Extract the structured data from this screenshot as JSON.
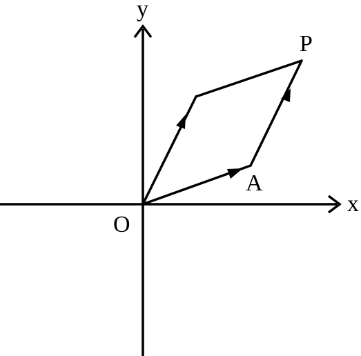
{
  "diagram": {
    "axis_x_label": "x",
    "axis_y_label": "y",
    "origin_label": "O",
    "point_a_label": "A",
    "point_p_label": "P",
    "stroke_color": "#000000",
    "background_color": "#ffffff"
  }
}
